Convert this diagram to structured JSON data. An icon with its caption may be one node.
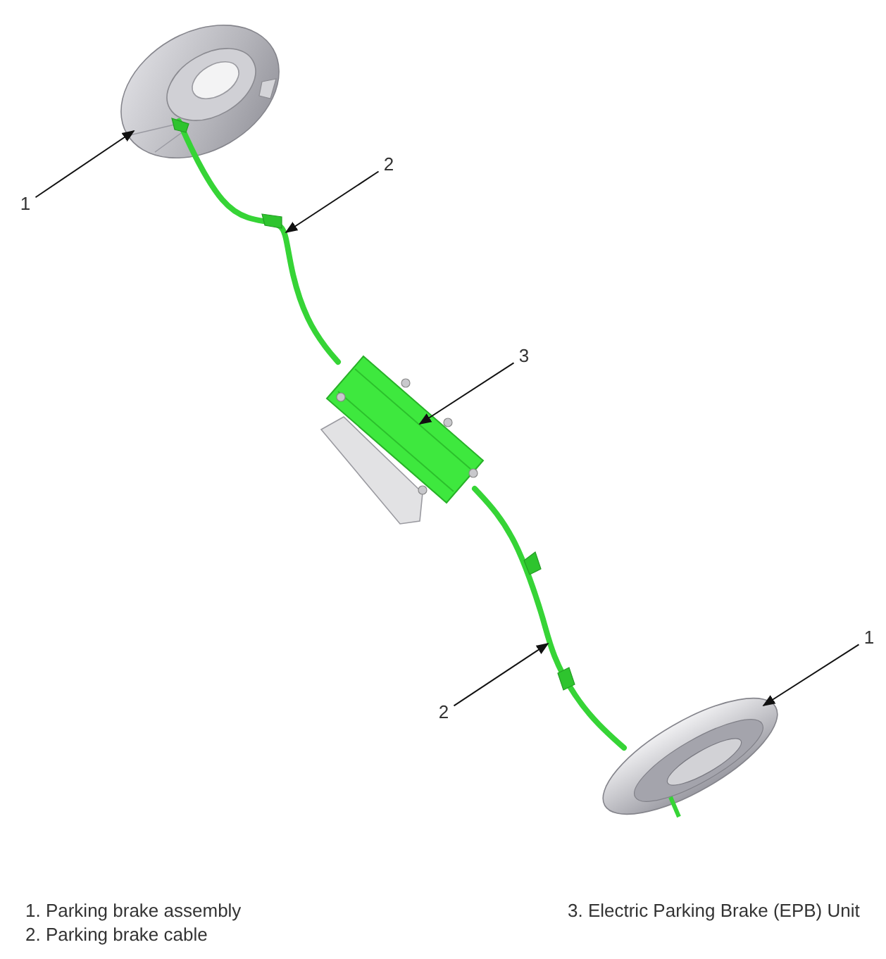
{
  "diagram": {
    "nodes": [
      {
        "text": [
          "1"
        ]
      },
      {
        "text": [],
        "shape": "picture"
      },
      {
        "text": [
          "2"
        ]
      },
      {
        "text": [],
        "shape": "picture"
      },
      {
        "text": [
          "3"
        ]
      },
      {
        "text": [],
        "shape": "picture"
      },
      {
        "text": [],
        "shape": "picture"
      },
      {
        "text": [
          "2"
        ]
      },
      {
        "text": [
          "1"
        ]
      },
      {
        "text": [],
        "shape": "picture"
      }
    ],
    "edges": [
      {
        "from": 0,
        "to": 1,
        "arrow": "to"
      },
      {
        "from": 2,
        "to": 3,
        "arrow": "to"
      },
      {
        "from": 4,
        "to": 5,
        "arrow": "to"
      },
      {
        "from": 7,
        "to": 6,
        "arrow": "to"
      },
      {
        "from": 8,
        "to": 9,
        "arrow": "to"
      }
    ],
    "labels": [
      "1. Parking brake assembly",
      "2. Parking brake cable",
      "3. Electric Parking Brake (EPB) Unit"
    ]
  }
}
